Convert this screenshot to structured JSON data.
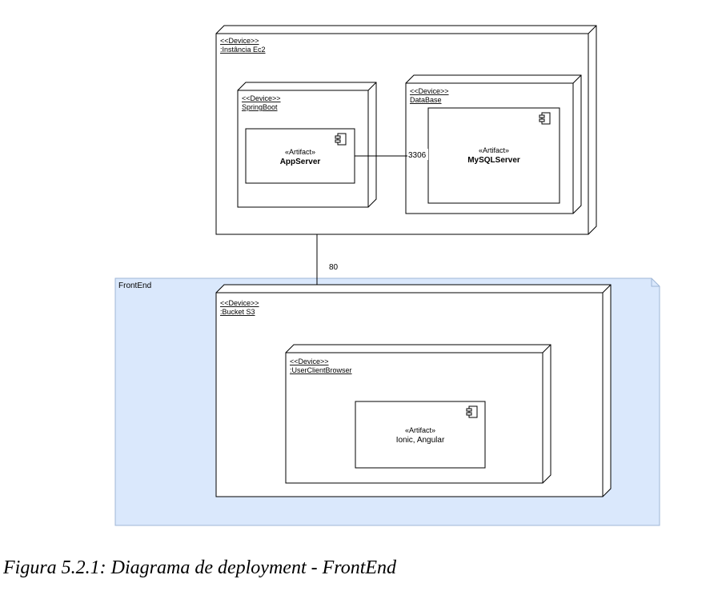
{
  "frontend_package": {
    "label": "FrontEnd"
  },
  "ec2": {
    "stereotype": "<<Device>>",
    "name": ":Instância Ec2"
  },
  "springboot": {
    "stereotype": "<<Device>>",
    "name": "SpringBoot"
  },
  "appserver": {
    "stereotype": "«Artifact»",
    "name": "AppServer"
  },
  "database": {
    "stereotype": "<<Device>>",
    "name": "DataBase"
  },
  "mysql": {
    "stereotype": "«Artifact»",
    "name": "MySQLServer"
  },
  "bucket": {
    "stereotype": "<<Device>>",
    "name": ":Bucket S3"
  },
  "browser": {
    "stereotype": "<<Device>>",
    "name": ":UserClientBrowser"
  },
  "ionic": {
    "stereotype": "«Artifact»",
    "name": "Ionic, Angular"
  },
  "connections": {
    "db_port": "3306",
    "http_port": "80"
  },
  "caption": "Figura 5.2.1: Diagrama de deployment - FrontEnd",
  "colors": {
    "package_fill": "#dae8fc",
    "package_stroke": "#9fb6d6",
    "line": "#000000"
  }
}
